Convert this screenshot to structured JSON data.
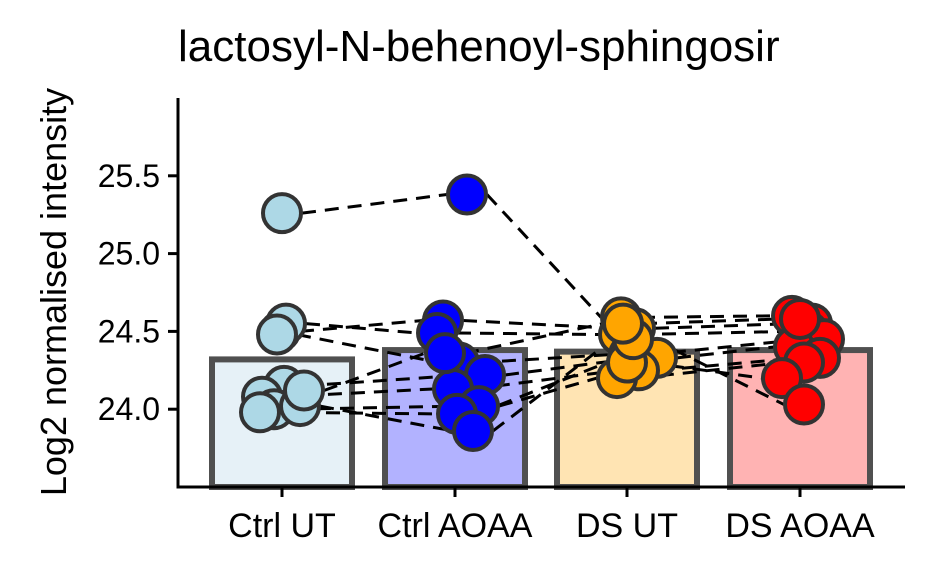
{
  "chart_data": {
    "type": "bar",
    "title": "lactosyl-N-behenoyl-sphingosir",
    "xlabel": "",
    "ylabel": "Log2 normalised intensity",
    "ylim": [
      23.5,
      26.0
    ],
    "yticks": [
      "24.0",
      "24.5",
      "25.0",
      "25.5"
    ],
    "categories": [
      "Ctrl UT",
      "Ctrl AOAA",
      "DS UT",
      "DS AOAA"
    ],
    "values": [
      24.32,
      24.38,
      24.37,
      24.38
    ],
    "colors": {
      "bar_fill": [
        "#e6f1f7",
        "#b2b2ff",
        "#ffe4b3",
        "#ffb3b3"
      ],
      "bar_border": "#505050",
      "point_fill": [
        "#add8e6",
        "#0000ff",
        "#ffa500",
        "#ff0000"
      ],
      "point_border": "#333333"
    },
    "points": [
      [
        25.26,
        24.5,
        24.55,
        24.48,
        24.15,
        24.08,
        24.0,
        23.98,
        24.02,
        24.12
      ],
      [
        25.38,
        24.57,
        24.49,
        24.3,
        24.22,
        24.13,
        24.02,
        23.97,
        23.86,
        24.36
      ],
      [
        24.59,
        24.52,
        24.48,
        24.35,
        24.33,
        24.25,
        24.2,
        24.3,
        24.45,
        24.55
      ],
      [
        24.6,
        24.55,
        24.5,
        24.45,
        24.4,
        24.33,
        24.3,
        24.2,
        24.03,
        24.58
      ]
    ],
    "grid": false,
    "legend": "none",
    "paired_lines": "dashed"
  }
}
